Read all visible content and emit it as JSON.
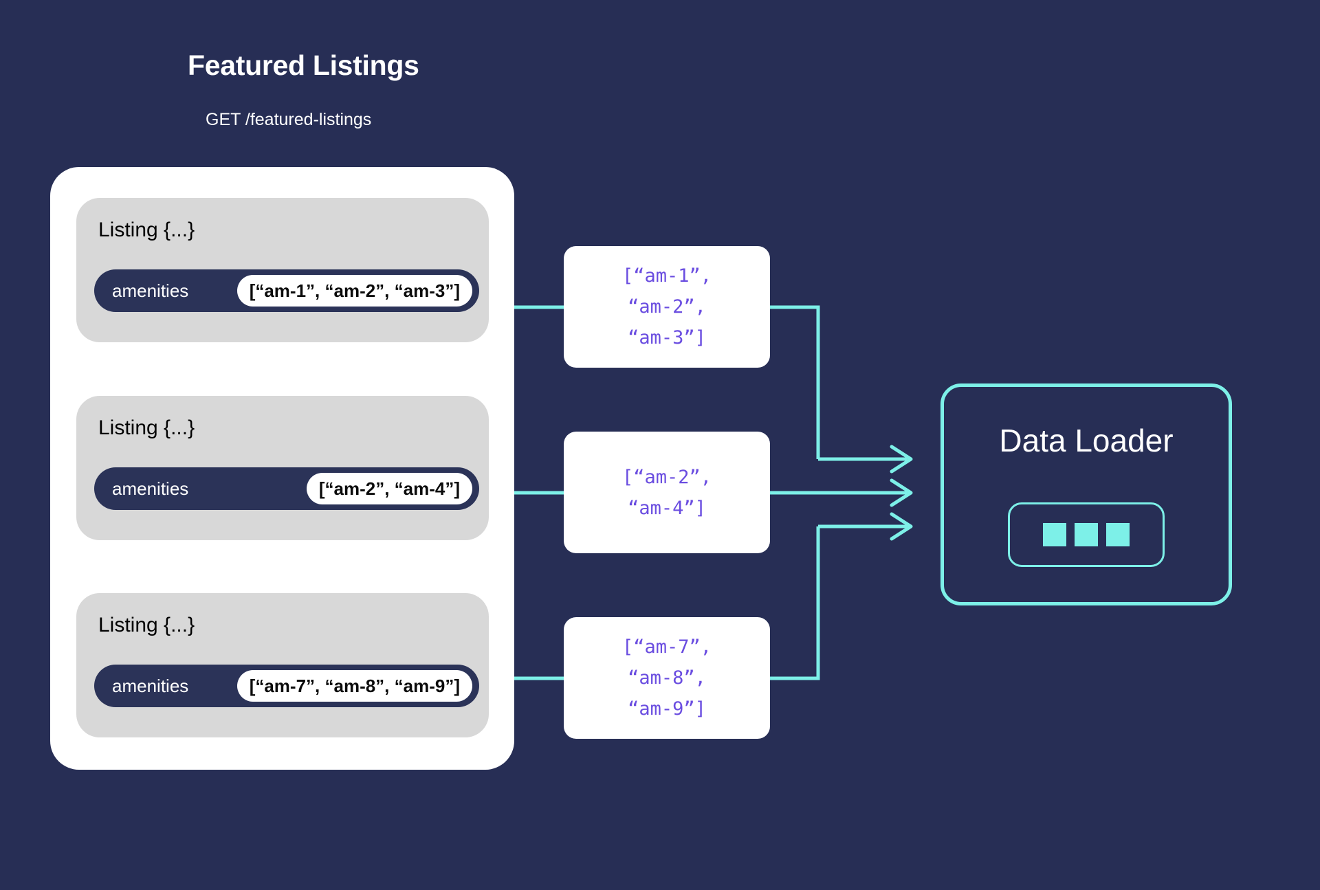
{
  "header": {
    "title": "Featured Listings",
    "endpoint": "GET /featured-listings"
  },
  "colors": {
    "background": "#272E55",
    "panel": "#FFFFFF",
    "card": "#D8D8D8",
    "pill": "#2B3358",
    "accent_teal": "#7DF0E8",
    "code_purple": "#6A4DE0"
  },
  "listings": [
    {
      "label": "Listing {...}",
      "key": "amenities",
      "value": "[“am-1”, “am-2”, “am-3”]"
    },
    {
      "label": "Listing {...}",
      "key": "amenities",
      "value": "[“am-2”, “am-4”]"
    },
    {
      "label": "Listing {...}",
      "key": "amenities",
      "value": "[“am-7”, “am-8”, “am-9”]"
    }
  ],
  "code_boxes": [
    {
      "lines": [
        "[“am-1”,",
        "“am-2”,",
        "“am-3”]"
      ]
    },
    {
      "lines": [
        "[“am-2”,",
        "“am-4”]"
      ]
    },
    {
      "lines": [
        "[“am-7”,",
        "“am-8”,",
        "“am-9”]"
      ]
    }
  ],
  "data_loader": {
    "title": "Data Loader",
    "chip_squares": 3
  }
}
